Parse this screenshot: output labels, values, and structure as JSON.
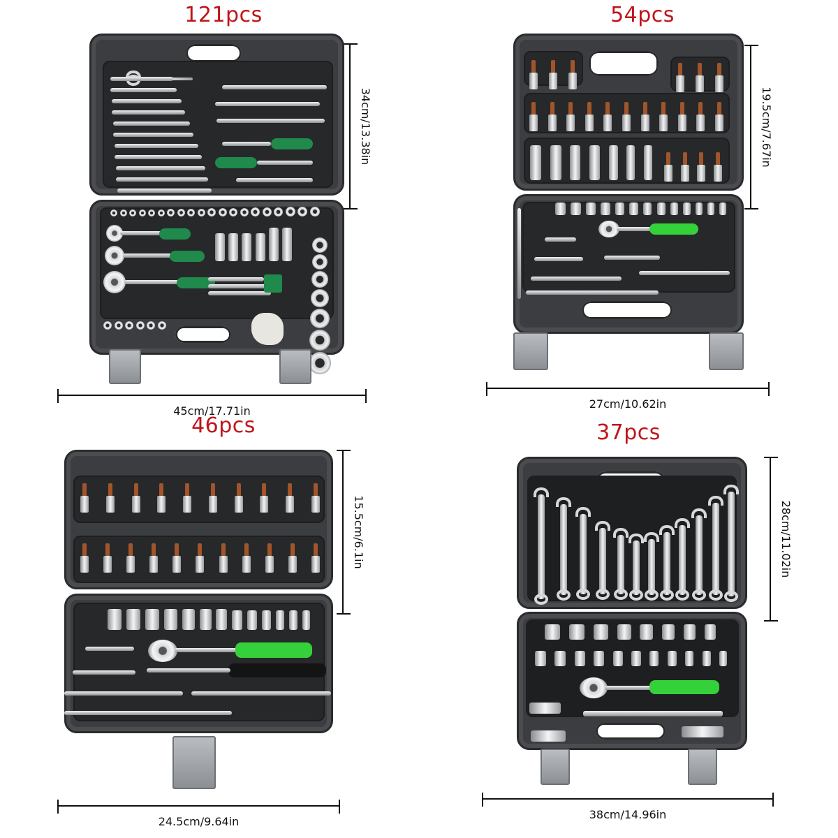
{
  "colors": {
    "title": "#c0141a",
    "case_body": "#3b3d40",
    "tray": "#27282a",
    "grip_dark_green": "#1f8a4c",
    "grip_lime_green": "#35d13a",
    "bit_copper": "#a0552a",
    "latch_grey": "#a5a9ad"
  },
  "kits": [
    {
      "title": "121pcs",
      "width_label": "45cm/17.71in",
      "height_label": "34cm/13.38in",
      "grip_color": "dark-green",
      "contents": [
        "combination wrenches",
        "screwdrivers",
        "extension bars",
        "ratchet handles",
        "sockets",
        "deep sockets",
        "bits",
        "hex keys",
        "universal joints",
        "oil filter wrench"
      ]
    },
    {
      "title": "54pcs",
      "width_label": "27cm/10.62in",
      "height_label": "19.5cm/7.67in",
      "grip_color": "lime-green",
      "contents": [
        "bit sockets",
        "deep sockets",
        "sockets",
        "ratchet handle",
        "extension bars",
        "sliding T-bar",
        "L-wrench",
        "hex key"
      ]
    },
    {
      "title": "46pcs",
      "width_label": "24.5cm/9.64in",
      "height_label": "15.5cm/6.1in",
      "grip_color": "lime-green",
      "contents": [
        "bit sockets",
        "sockets",
        "ratchet handle",
        "extension bars",
        "sliding T-bar",
        "hex key",
        "universal joint"
      ]
    },
    {
      "title": "37pcs",
      "width_label": "38cm/14.96in",
      "height_label": "28cm/11.02in",
      "grip_color": "lime-green",
      "contents": [
        "combination wrenches",
        "sockets",
        "ratchet handle",
        "extension bar",
        "spark plug sockets",
        "universal joint"
      ]
    }
  ]
}
